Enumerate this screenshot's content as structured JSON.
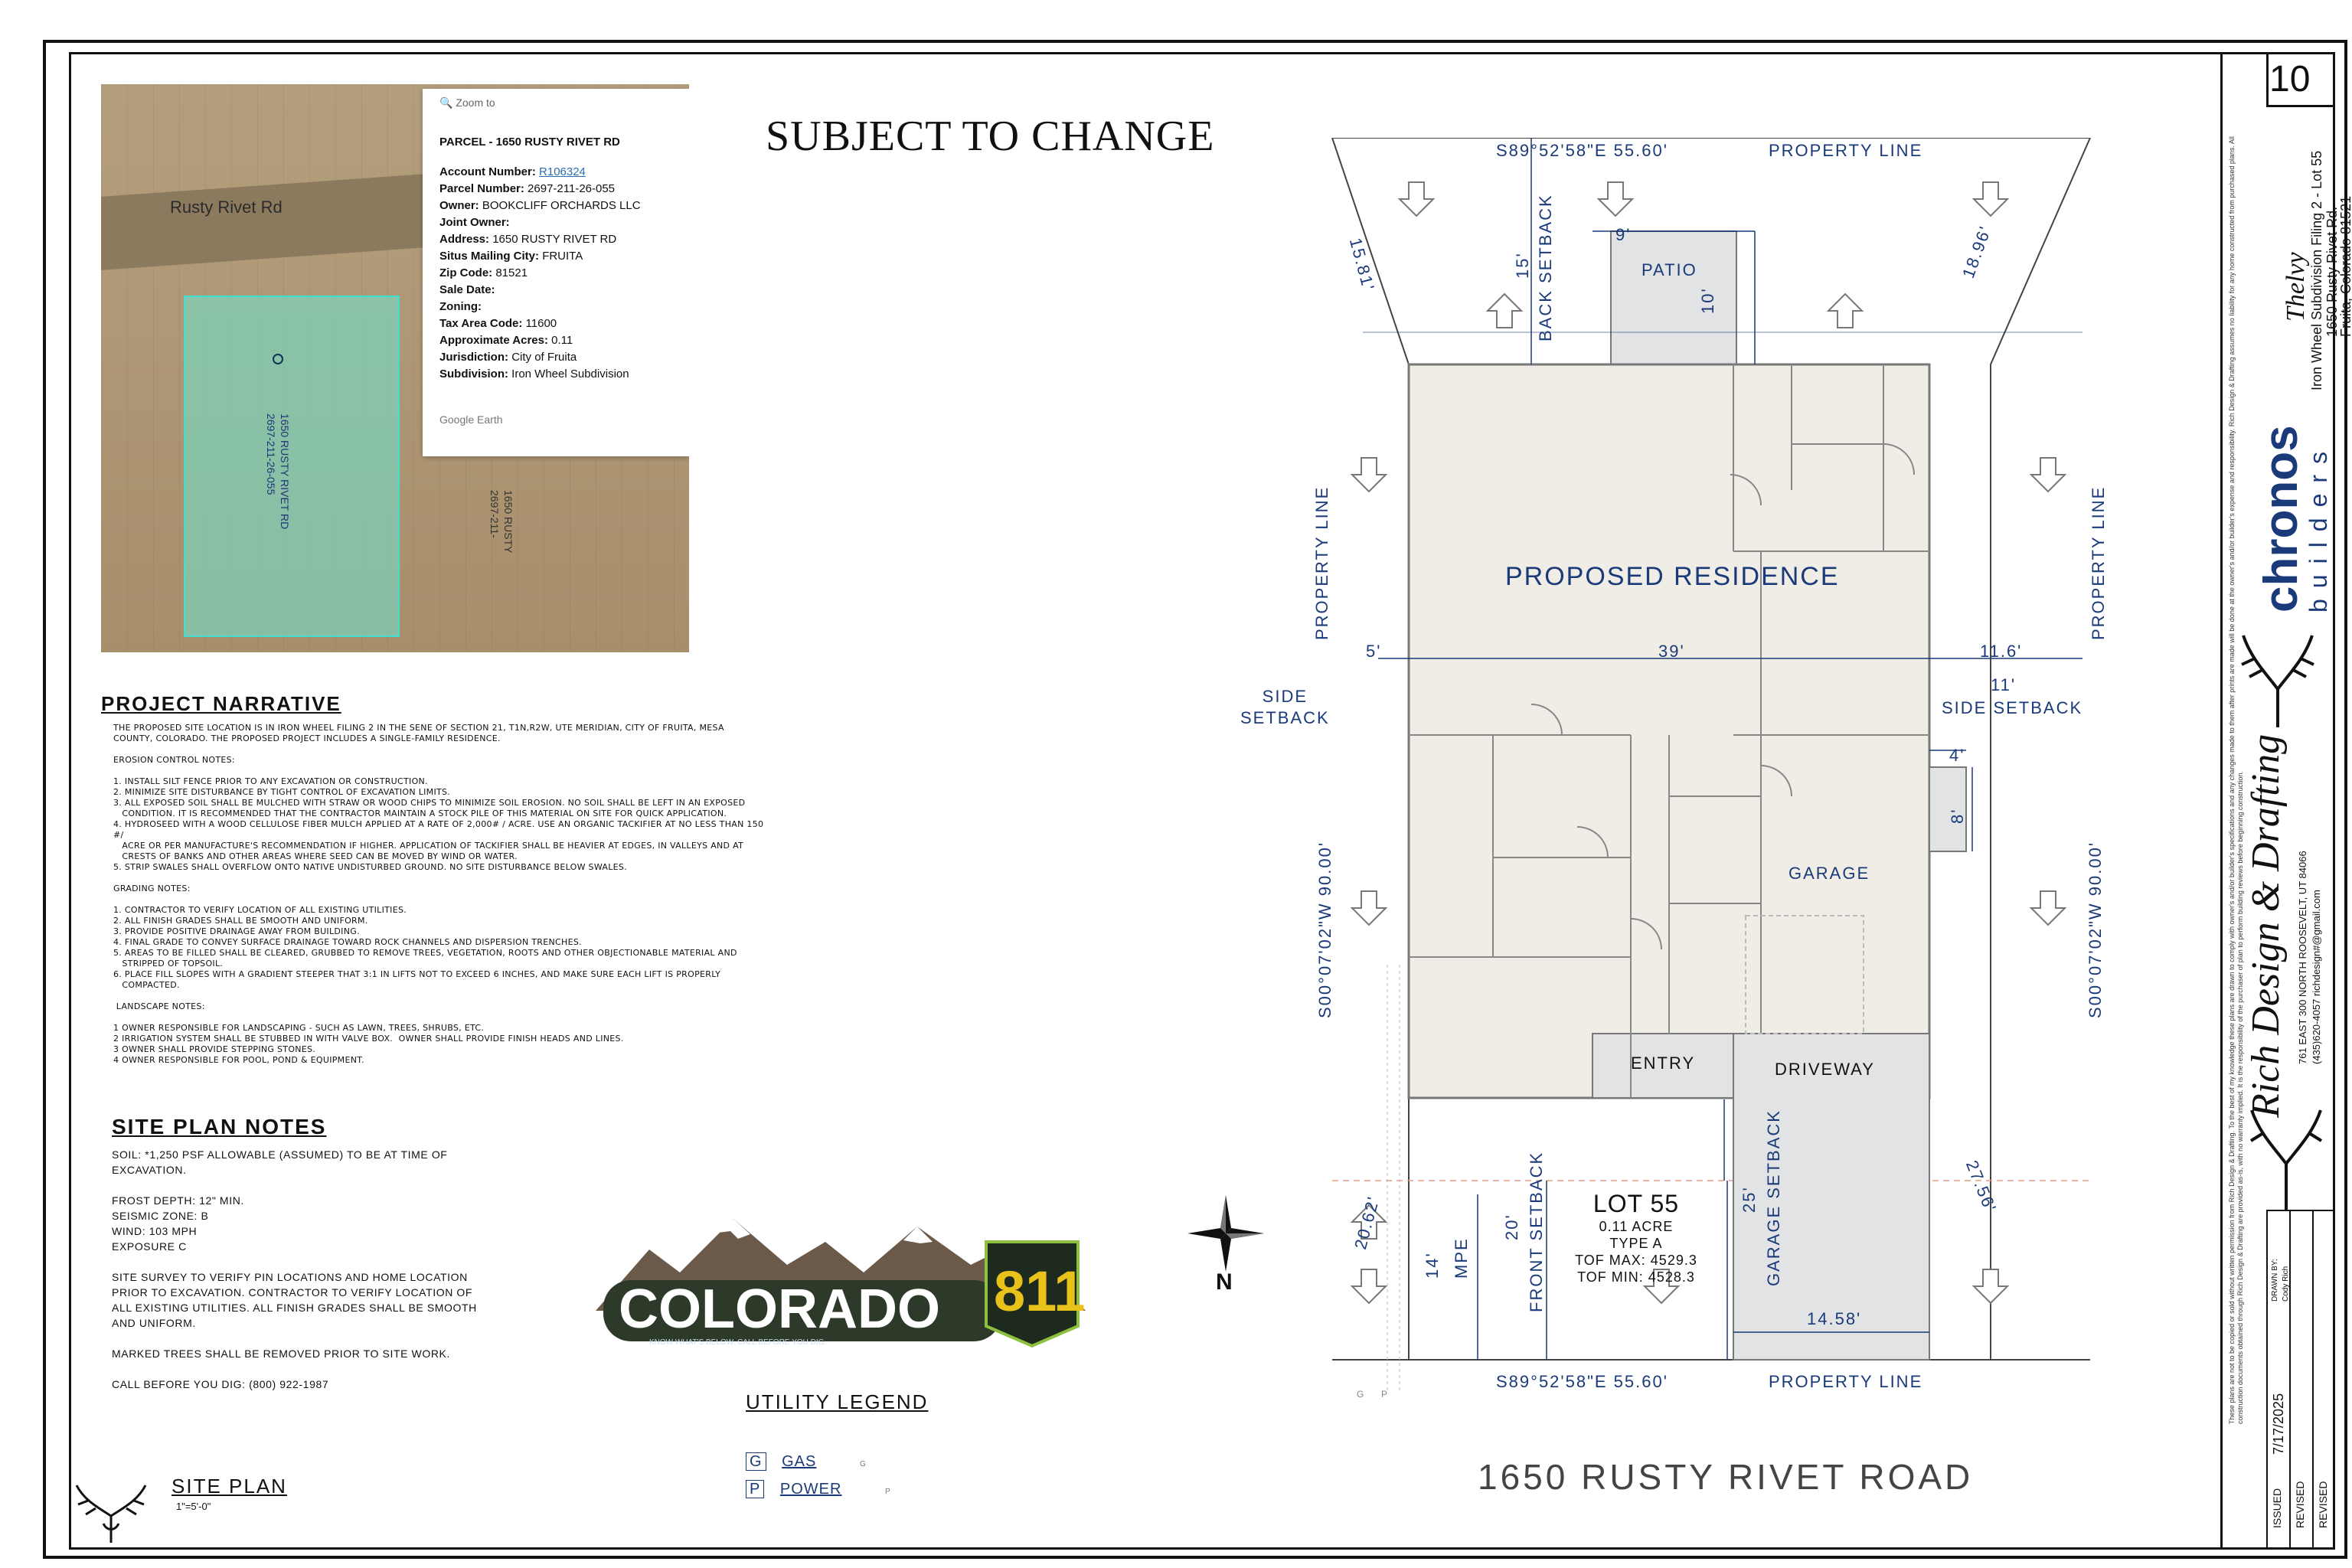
{
  "sheet": {
    "number": "10",
    "subject_banner": "SUBJECT TO CHANGE",
    "road_name": "1650  RUSTY RIVET ROAD"
  },
  "aerial": {
    "road_label": "Rusty Rivet Rd",
    "parcel_label_1": "1650 RUSTY RIVET RD",
    "parcel_label_2": "2697-211-26-055",
    "parcel_label_3": "1650 RUSTY",
    "parcel_label_4": "2697-211-",
    "popup": {
      "zoom": "Zoom to",
      "title": "PARCEL - 1650 RUSTY RIVET RD",
      "rows": [
        {
          "k": "Account Number:",
          "v": "R106324",
          "link": true
        },
        {
          "k": "Parcel Number:",
          "v": "2697-211-26-055"
        },
        {
          "k": "Owner:",
          "v": "BOOKCLIFF ORCHARDS LLC"
        },
        {
          "k": "Joint Owner:",
          "v": ""
        },
        {
          "k": "Address:",
          "v": "1650 RUSTY RIVET RD"
        },
        {
          "k": "Situs Mailing City:",
          "v": "FRUITA"
        },
        {
          "k": "Zip Code:",
          "v": "81521"
        },
        {
          "k": "Sale Date:",
          "v": ""
        },
        {
          "k": "Zoning:",
          "v": ""
        },
        {
          "k": "Tax Area Code:",
          "v": "11600"
        },
        {
          "k": "Approximate Acres:",
          "v": "0.11"
        },
        {
          "k": "Jurisdiction:",
          "v": "City of Fruita"
        },
        {
          "k": "Subdivision:",
          "v": "Iron Wheel Subdivision"
        }
      ],
      "footer": "Google Earth"
    }
  },
  "narrative": {
    "title": "PROJECT NARRATIVE",
    "body": "THE PROPOSED SITE LOCATION IS IN IRON WHEEL FILING 2 IN THE SENE OF SECTION 21, T1N,R2W, UTE MERIDIAN, CITY OF FRUITA, MESA\nCOUNTY, COLORADO. THE PROPOSED PROJECT INCLUDES A SINGLE-FAMILY RESIDENCE.\n\nEROSION CONTROL NOTES:\n\n1. INSTALL SILT FENCE PRIOR TO ANY EXCAVATION OR CONSTRUCTION.\n2. MINIMIZE SITE DISTURBANCE BY TIGHT CONTROL OF EXCAVATION LIMITS.\n3. ALL EXPOSED SOIL SHALL BE MULCHED WITH STRAW OR WOOD CHIPS TO MINIMIZE SOIL EROSION. NO SOIL SHALL BE LEFT IN AN EXPOSED\n   CONDITION. IT IS RECOMMENDED THAT THE CONTRACTOR MAINTAIN A STOCK PILE OF THIS MATERIAL ON SITE FOR QUICK APPLICATION.\n4. HYDROSEED WITH A WOOD CELLULOSE FIBER MULCH APPLIED AT A RATE OF 2,000# / ACRE. USE AN ORGANIC TACKIFIER AT NO LESS THAN 150 #/\n   ACRE OR PER MANUFACTURE'S RECOMMENDATION IF HIGHER. APPLICATION OF TACKIFIER SHALL BE HEAVIER AT EDGES, IN VALLEYS AND AT\n   CRESTS OF BANKS AND OTHER AREAS WHERE SEED CAN BE MOVED BY WIND OR WATER.\n5. STRIP SWALES SHALL OVERFLOW ONTO NATIVE UNDISTURBED GROUND. NO SITE DISTURBANCE BELOW SWALES.\n\nGRADING NOTES:\n\n1. CONTRACTOR TO VERIFY LOCATION OF ALL EXISTING UTILITIES.\n2. ALL FINISH GRADES SHALL BE SMOOTH AND UNIFORM.\n3. PROVIDE POSITIVE DRAINAGE AWAY FROM BUILDING.\n4. FINAL GRADE TO CONVEY SURFACE DRAINAGE TOWARD ROCK CHANNELS AND DISPERSION TRENCHES.\n5. AREAS TO BE FILLED SHALL BE CLEARED, GRUBBED TO REMOVE TREES, VEGETATION, ROOTS AND OTHER OBJECTIONABLE MATERIAL AND\n   STRIPPED OF TOPSOIL.\n6. PLACE FILL SLOPES WITH A GRADIENT STEEPER THAT 3:1 IN LIFTS NOT TO EXCEED 6 INCHES, AND MAKE SURE EACH LIFT IS PROPERLY\n   COMPACTED.\n\n LANDSCAPE NOTES:\n\n1 OWNER RESPONSIBLE FOR LANDSCAPING - SUCH AS LAWN, TREES, SHRUBS, ETC.\n2 IRRIGATION SYSTEM SHALL BE STUBBED IN WITH VALVE BOX.  OWNER SHALL PROVIDE FINISH HEADS AND LINES.\n3 OWNER SHALL PROVIDE STEPPING STONES.\n4 OWNER RESPONSIBLE FOR POOL, POND & EQUIPMENT."
  },
  "site_notes": {
    "title": "SITE PLAN NOTES",
    "body": "SOIL: *1,250 PSF ALLOWABLE (ASSUMED) TO BE AT TIME OF\nEXCAVATION.\n\nFROST DEPTH: 12\" MIN.\nSEISMIC ZONE: B\nWIND: 103 MPH\nEXPOSURE C\n\nSITE SURVEY TO VERIFY PIN LOCATIONS AND HOME LOCATION\nPRIOR TO EXCAVATION. CONTRACTOR TO VERIFY LOCATION OF\nALL EXISTING UTILITIES. ALL FINISH GRADES SHALL BE SMOOTH\nAND UNIFORM.\n\nMARKED TREES SHALL BE REMOVED PRIOR TO SITE WORK.\n\nCALL BEFORE YOU DIG: (800) 922-1987"
  },
  "colorado811": {
    "word": "COLORADO",
    "num": "811",
    "tagline": "KNOW WHAT'S BELOW. CALL BEFORE YOU DIG."
  },
  "utility_legend": {
    "title": "UTILITY LEGEND",
    "items": [
      {
        "code": "G",
        "name": "GAS",
        "line": "G"
      },
      {
        "code": "P",
        "name": "POWER",
        "line": "P"
      }
    ]
  },
  "site_plan_label": {
    "title": "SITE PLAN",
    "scale": "1\"=5'-0\""
  },
  "plan": {
    "top_bearing": "S89°52'58\"E   55.60'",
    "top_line": "PROPERTY LINE",
    "bottom_bearing": "S89°52'58\"E   55.60'",
    "bottom_line": "PROPERTY LINE",
    "left_bearing": "S00°07'02\"W   90.00'",
    "right_bearing": "S00°07'02\"W   90.00'",
    "left_line": "PROPERTY LINE",
    "right_line": "PROPERTY LINE",
    "back_setback": "BACK SETBACK",
    "back_setback_dim": "15'",
    "patio": "PATIO",
    "patio_w": "9'",
    "patio_d": "10'",
    "residence": "PROPOSED RESIDENCE",
    "side_setback_left": "SIDE\nSETBACK",
    "side_setback_right": "SIDE SETBACK",
    "dim_left": "5'",
    "dim_width": "39'",
    "dim_right_a": "11.6'",
    "dim_right_b": "11'",
    "garage": "GARAGE",
    "bump_w": "4'",
    "bump_h": "8'",
    "entry": "ENTRY",
    "driveway": "DRIVEWAY",
    "garage_setback": "GARAGE SETBACK",
    "garage_setback_dim": "25'",
    "front_setback": "FRONT SETBACK",
    "front_setback_dim": "20'",
    "mpe": "MPE",
    "mpe_dim": "14'",
    "diag_tl": "15.81'",
    "diag_tr": "18.96'",
    "diag_bl": "20.62'",
    "diag_br": "27.56'",
    "drive_w": "14.58'",
    "north": "N",
    "lot": {
      "name": "LOT 55",
      "acre": "0.11 ACRE",
      "type": "TYPE A",
      "tof_max": "TOF MAX: 4529.3",
      "tof_min": "TOF MIN:  4528.3"
    },
    "gp_g": "G",
    "gp_p": "P"
  },
  "title_block": {
    "project_name": "Thelvy",
    "project_line1": "Iron Wheel Subdivision Filing 2 - Lot 55",
    "project_line2": "1650 Rusty Rivet Rd.",
    "project_line3": "Fruita, Colorado  81521",
    "builder": "chronos",
    "builder_sub": "builders",
    "designer": "Rich Design & Drafting",
    "designer_addr": "761 EAST 300 NORTH ROOSEVELT, UT 84066",
    "designer_contact": "(435)620-4057  richdesign#@gmail.com",
    "issued_label": "ISSUED",
    "issued_date": "7/17/2025",
    "drawn_by": "DRAWN BY:",
    "drawn_name": "Cody Rich",
    "revised_1": "REVISED",
    "revised_2": "REVISED",
    "disclaimer": "These plans are not to be copied or sold without written permission from Rich Design & Drafting. To the best of my knowledge these plans are drawn to comply with owner's and/or builder's specifications and any changes made to them after prints are made will be done at the owner's and/or builder's expense and responsibility. Rich Design & Drafting assumes no liability for any home constructed from purchased plans. All construction documents obtained through Rich Design & Drafting are provided as-is, with no warranty implied. It is the responsibility of the purchaser of plan to perform building reviews before beginning construction."
  },
  "colors": {
    "house_fill": "#efede6",
    "paved_fill": "#e2e3e4",
    "label_blue": "#1a3a7a",
    "parcel_fill": "#6ee6d2"
  }
}
